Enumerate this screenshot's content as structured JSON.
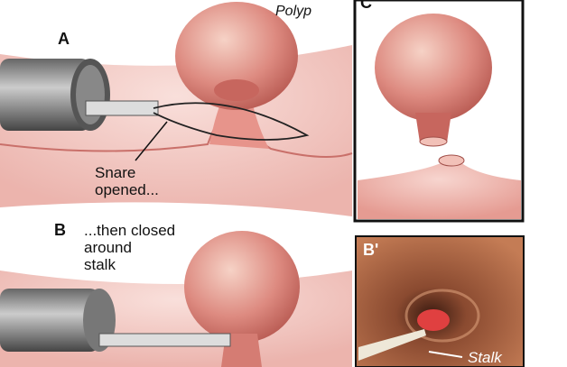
{
  "labels": {
    "panel_a": "A",
    "panel_b": "B",
    "panel_c": "C",
    "panel_b_prime": "B'",
    "polyp": "Polyp",
    "snare_opened_line1": "Snare",
    "snare_opened_line2": "opened...",
    "closed_line1": "...then closed",
    "closed_line2": "around",
    "closed_line3": "stalk",
    "stalk": "Stalk"
  },
  "colors": {
    "tissue": "#e9a9a0",
    "polyp": "#d9837a",
    "endoscopy": "#b86a45"
  }
}
